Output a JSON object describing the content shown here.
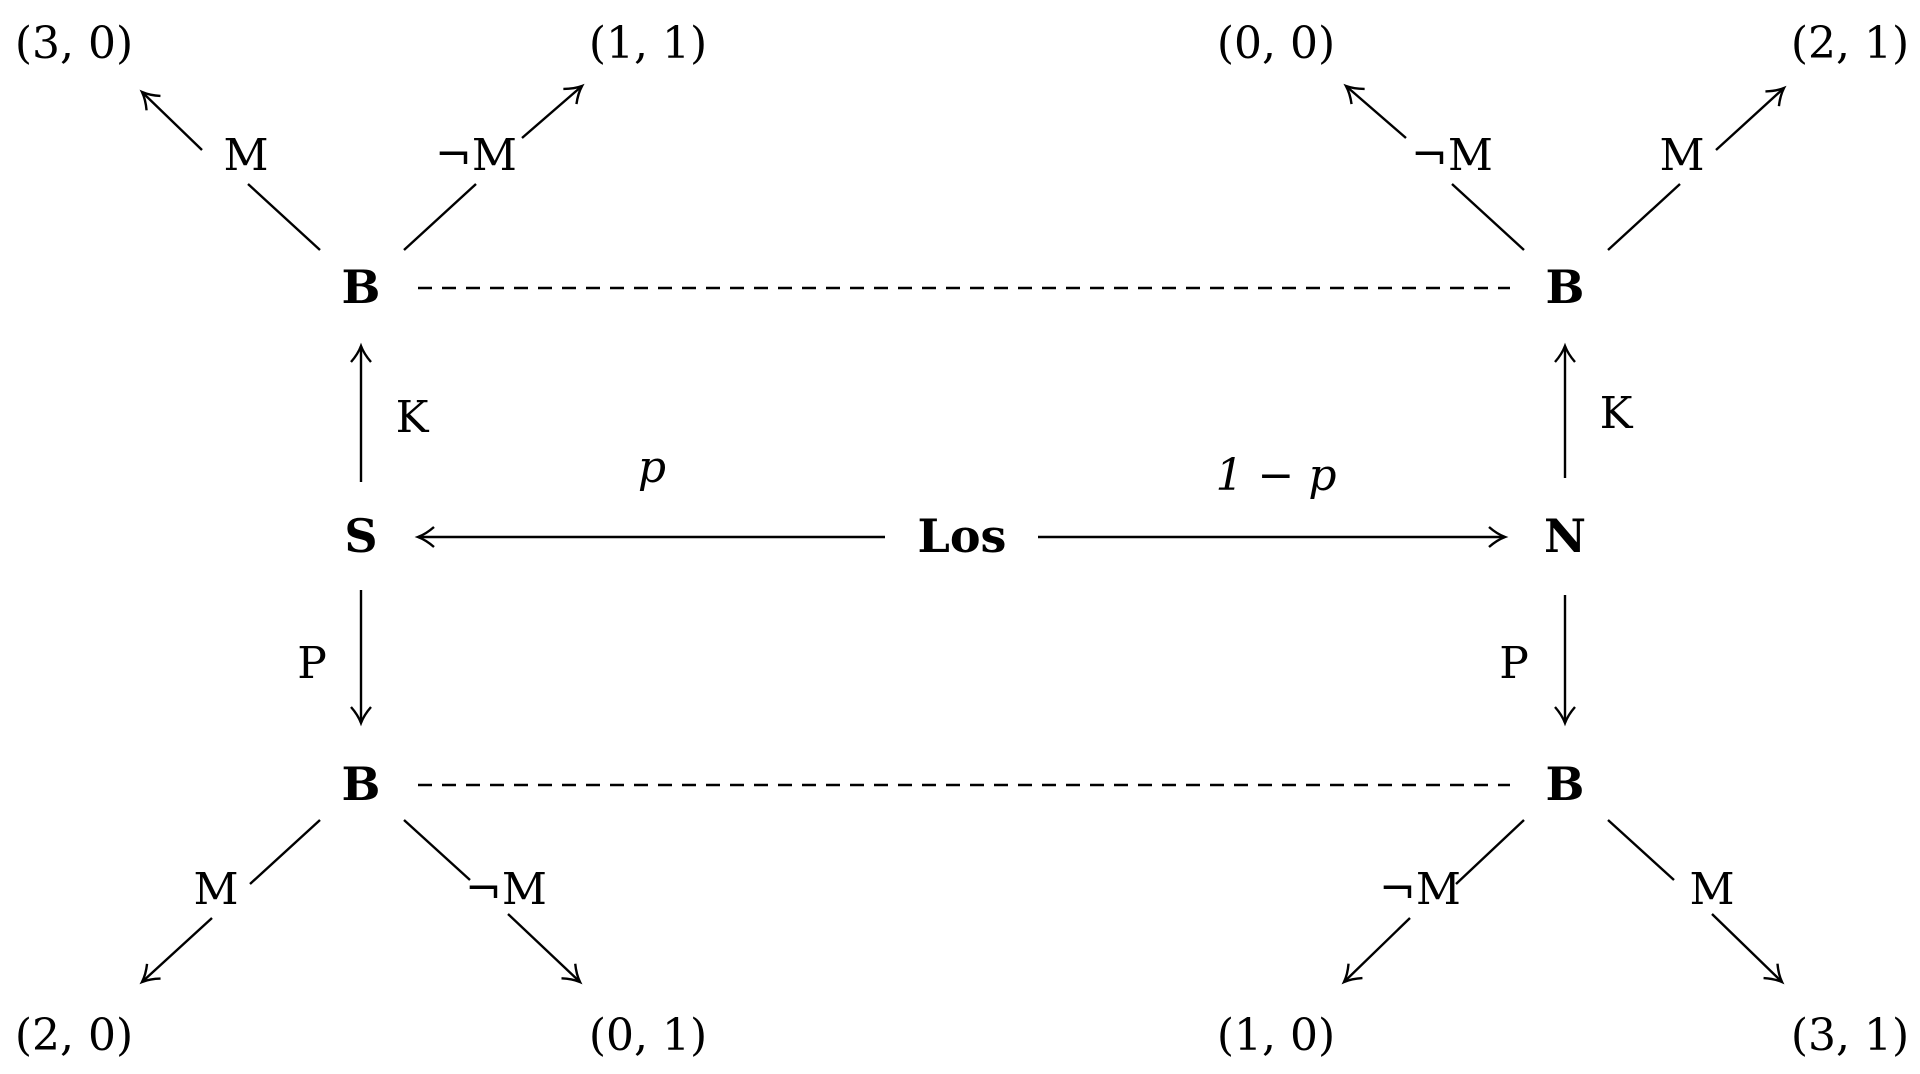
{
  "nodes": {
    "root": "Los",
    "south": "S",
    "north": "N",
    "bel_south_top": "B",
    "bel_north_top": "B",
    "bel_south_bottom": "B",
    "bel_north_bottom": "B"
  },
  "edges": {
    "root_to_south": "p",
    "root_to_north": "1 − p",
    "south_up": "K",
    "north_up": "K",
    "south_down": "P",
    "north_down": "P",
    "tl_left": "M",
    "tl_right": "¬M",
    "tr_left": "¬M",
    "tr_right": "M",
    "bl_left": "M",
    "bl_right": "¬M",
    "br_left": "¬M",
    "br_right": "M"
  },
  "payoffs": {
    "tl_left": "(3, 0)",
    "tl_right": "(1, 1)",
    "tr_left": "(0, 0)",
    "tr_right": "(2, 1)",
    "bl_left": "(2, 0)",
    "bl_right": "(0, 1)",
    "br_left": "(1, 0)",
    "br_right": "(3, 1)"
  }
}
